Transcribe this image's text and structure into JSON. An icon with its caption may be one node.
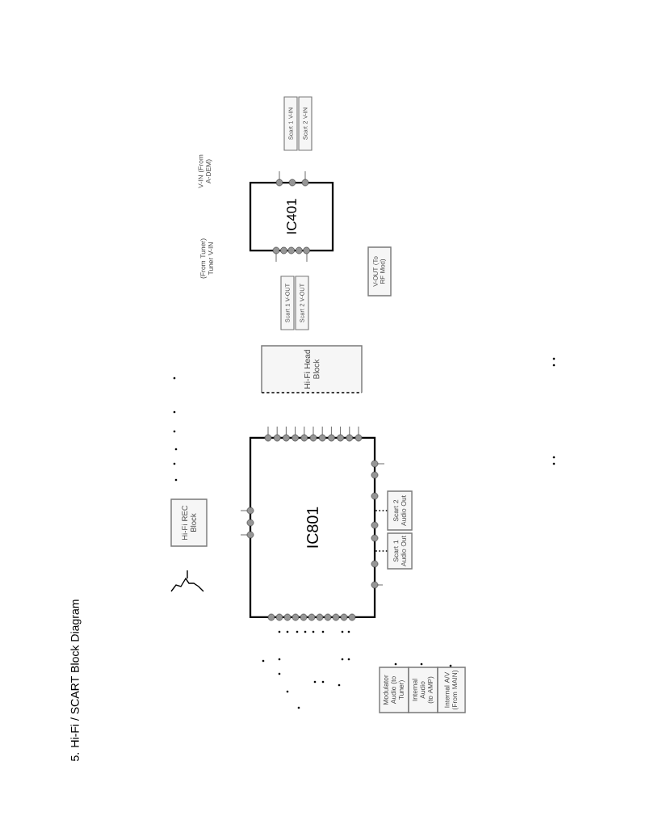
{
  "diagram": {
    "title": "5. Hi-Fi / SCART Block Diagram",
    "nodes": [
      {
        "text": [
          "IC401"
        ]
      },
      {
        "text": [
          "Scart 1 V-IN"
        ]
      },
      {
        "text": [
          "Scart 2 V-IN"
        ]
      },
      {
        "text": [
          "Scart 1 V-OUT"
        ]
      },
      {
        "text": [
          "Scart 2 V-OUT"
        ]
      },
      {
        "text": [
          "V-OUT (To RF Mod)"
        ]
      },
      {
        "text": [
          "Hi-Fi Head Block"
        ]
      },
      {
        "text": [
          "IC801"
        ]
      },
      {
        "text": [
          "Hi-Fi REC Block"
        ]
      },
      {
        "text": [
          "Scart 2 Audio Out"
        ]
      },
      {
        "text": [
          "Scart 1 Audio Out"
        ]
      },
      {
        "text": [
          "Modulator Audio (to Tuner)"
        ]
      },
      {
        "text": [
          "Internal Audio (to AMP)"
        ]
      },
      {
        "text": [
          "Internal A/V (From MAIN)"
        ]
      }
    ],
    "edges": [
      {
        "from": 7,
        "to": 9,
        "arrow": "none",
        "style": "dashed"
      },
      {
        "from": 7,
        "to": 10,
        "arrow": "none",
        "style": "dashed"
      }
    ],
    "labels": [
      "V-IN (From A-DEM)",
      "(From Tuner) Tuner V-IN"
    ]
  }
}
